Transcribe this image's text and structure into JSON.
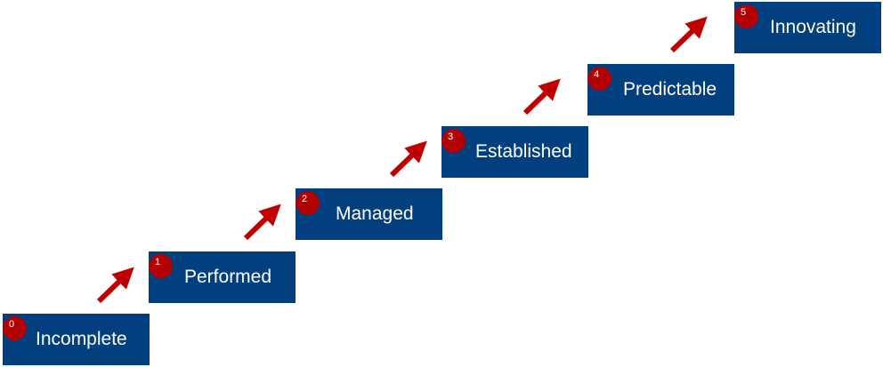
{
  "diagram": {
    "steps": [
      {
        "number": "0",
        "label": "Incomplete"
      },
      {
        "number": "1",
        "label": "Performed"
      },
      {
        "number": "2",
        "label": "Managed"
      },
      {
        "number": "3",
        "label": "Established"
      },
      {
        "number": "4",
        "label": "Predictable"
      },
      {
        "number": "5",
        "label": "Innovating"
      }
    ],
    "colors": {
      "box": "#023f7f",
      "badge": "#b30000",
      "arrow": "#c00000",
      "text": "#ffffff"
    }
  }
}
